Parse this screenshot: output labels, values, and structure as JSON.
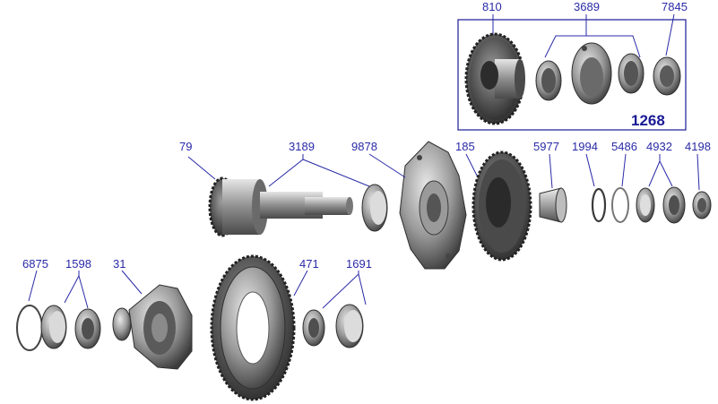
{
  "diagram": {
    "kit_box_label": "1268",
    "parts": [
      {
        "id": "p810",
        "label": "810"
      },
      {
        "id": "p3689",
        "label": "3689"
      },
      {
        "id": "p7845",
        "label": "7845"
      },
      {
        "id": "p79",
        "label": "79"
      },
      {
        "id": "p3189",
        "label": "3189"
      },
      {
        "id": "p9878",
        "label": "9878"
      },
      {
        "id": "p185",
        "label": "185"
      },
      {
        "id": "p5977",
        "label": "5977"
      },
      {
        "id": "p1994",
        "label": "1994"
      },
      {
        "id": "p5486",
        "label": "5486"
      },
      {
        "id": "p4932",
        "label": "4932"
      },
      {
        "id": "p4198",
        "label": "4198"
      },
      {
        "id": "p6875",
        "label": "6875"
      },
      {
        "id": "p1598",
        "label": "1598"
      },
      {
        "id": "p31",
        "label": "31"
      },
      {
        "id": "p471",
        "label": "471"
      },
      {
        "id": "p1691",
        "label": "1691"
      }
    ]
  },
  "colors": {
    "label": "#2a2aa8",
    "kit_box": "#1a1a96",
    "metal_dark": "#3a3a3a",
    "metal_mid": "#8a8a8a",
    "metal_light": "#d0d0d0"
  }
}
